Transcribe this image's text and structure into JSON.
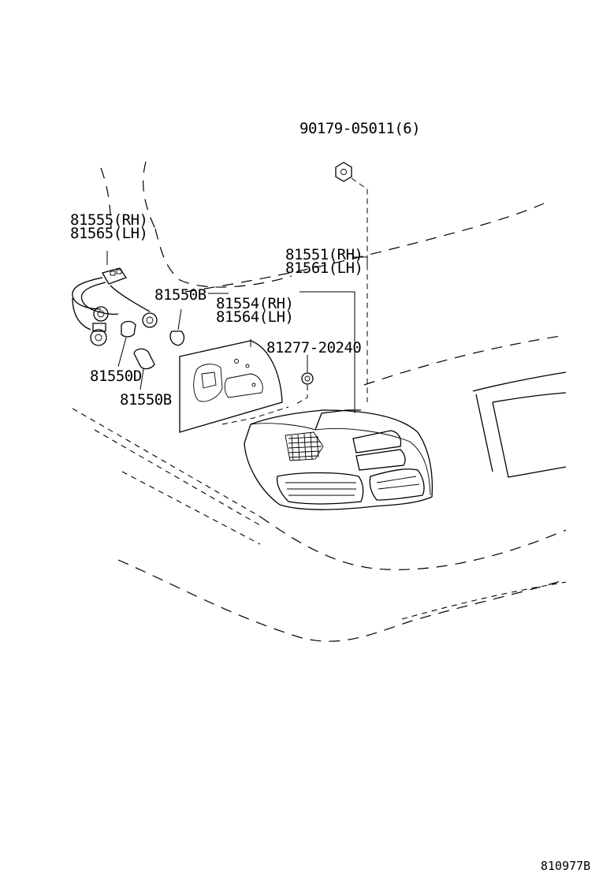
{
  "parts": {
    "nut": "90179-05011(6)",
    "socket_rh": "81555(RH)",
    "socket_lh": "81565(LH)",
    "lens_rh": "81551(RH)",
    "lens_lh": "81561(LH)",
    "bulb_top": "81550B",
    "gasket_rh": "81554(RH)",
    "gasket_lh": "81564(LH)",
    "grommet": "81277-20240",
    "bulb_d": "81550D",
    "bulb_bottom": "81550B"
  },
  "figure_id": "810977B"
}
